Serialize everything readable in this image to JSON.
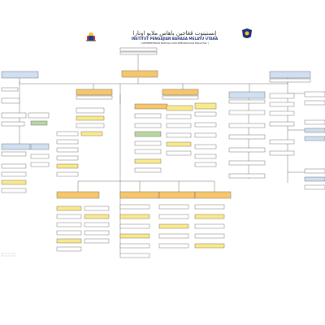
{
  "header": {
    "jawi_title": "إنستيتوت ڤڠاجين باهاس ملايو اوتارا",
    "title": "INSTITUT PENGAJIAN BAHASA MELAYU UTARA",
    "subtitle": "( KEMENTERIAN BAHASA DAN KEBUDAYAAN MALAYSIA )"
  },
  "icons": {
    "left_logo": "malaysia-coat-of-arms-icon",
    "right_logo": "institute-crest-icon"
  },
  "colors": {
    "box_white": "#ffffff",
    "box_yellow": "#fce98a",
    "box_orange": "#f7c66b",
    "box_blue": "#cfe0f2",
    "box_green": "#b9d7a1",
    "line": "#6b6b6b"
  }
}
